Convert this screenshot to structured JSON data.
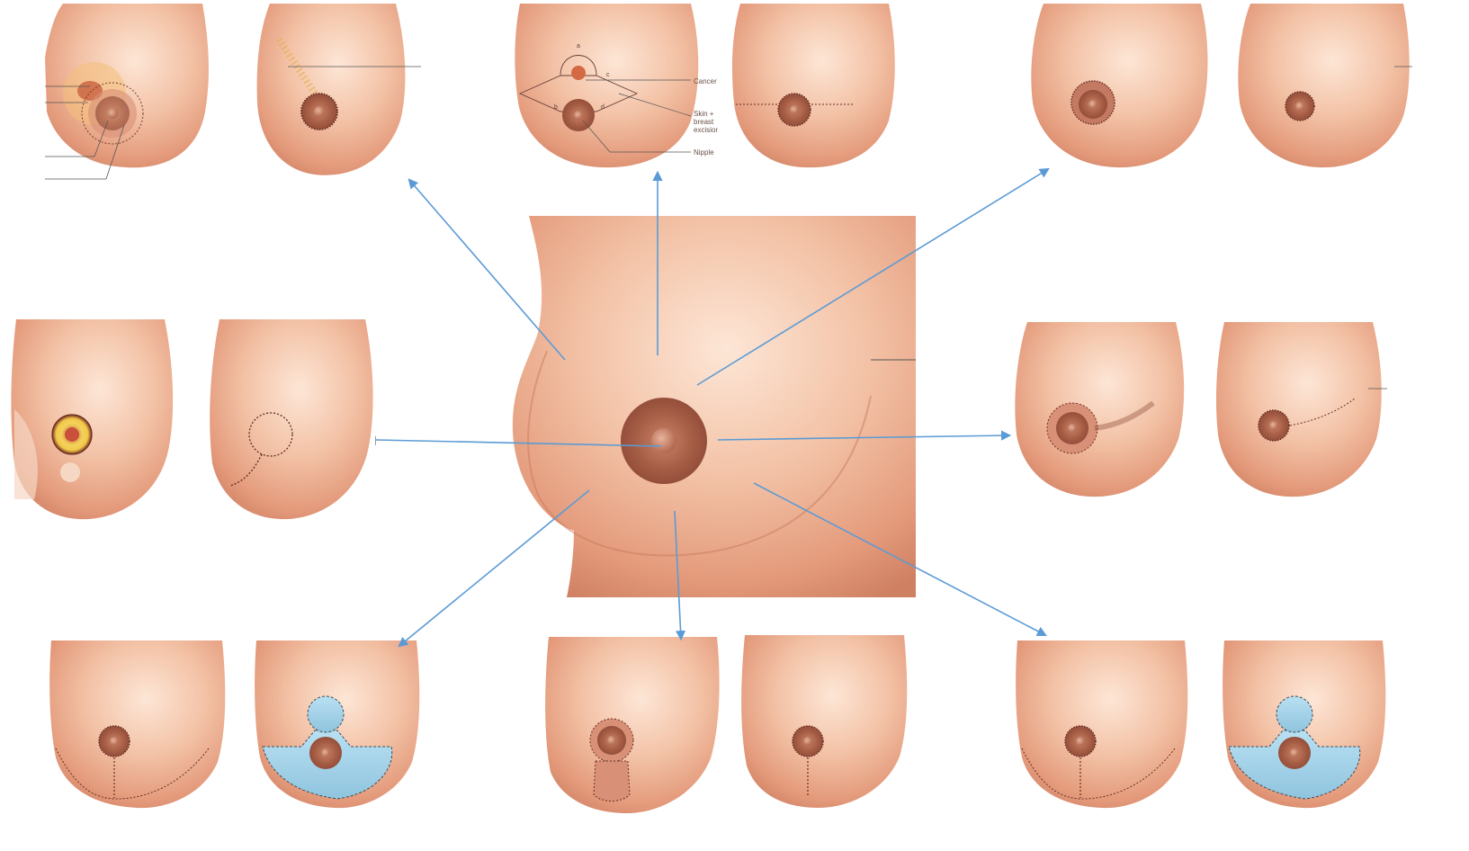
{
  "colors": {
    "skin_light": "#f6cdb3",
    "skin_mid": "#e9a98a",
    "skin_shadow": "#c97a5e",
    "areola": "#a35a44",
    "nipple": "#c98468",
    "arrow": "#5b9bd5",
    "excision_blue": "#a9d3ea",
    "tumor_yellow": "#f1c94a"
  },
  "panels": {
    "top_center_labels": {
      "cancer": "Cancer",
      "skin_excision": "Skin +\nbreast\nexcision",
      "nipple": "Nipple"
    },
    "letters": {
      "a": "a",
      "b": "b",
      "c": "c",
      "d": "d"
    }
  },
  "icons": {
    "arrow": "arrow-icon"
  }
}
